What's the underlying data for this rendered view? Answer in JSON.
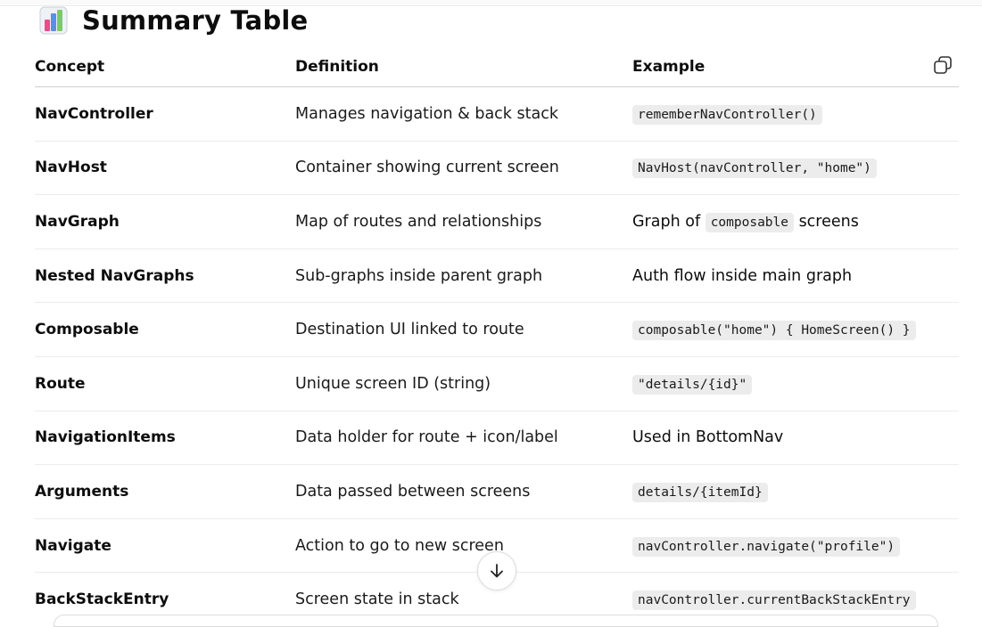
{
  "heading": {
    "icon": "bar-chart-icon",
    "title": "Summary Table"
  },
  "table": {
    "headers": [
      "Concept",
      "Definition",
      "Example"
    ],
    "rows": [
      {
        "concept": "NavController",
        "definition": "Manages navigation & back stack",
        "example": [
          {
            "type": "code",
            "text": "rememberNavController()"
          }
        ]
      },
      {
        "concept": "NavHost",
        "definition": "Container showing current screen",
        "example": [
          {
            "type": "code",
            "text": "NavHost(navController, \"home\")"
          }
        ]
      },
      {
        "concept": "NavGraph",
        "definition": "Map of routes and relationships",
        "example": [
          {
            "type": "text",
            "text": "Graph of "
          },
          {
            "type": "code",
            "text": "composable"
          },
          {
            "type": "text",
            "text": " screens"
          }
        ]
      },
      {
        "concept": "Nested NavGraphs",
        "definition": "Sub-graphs inside parent graph",
        "example": [
          {
            "type": "text",
            "text": "Auth flow inside main graph"
          }
        ]
      },
      {
        "concept": "Composable",
        "definition": "Destination UI linked to route",
        "example": [
          {
            "type": "code",
            "text": "composable(\"home\") { HomeScreen() }"
          }
        ]
      },
      {
        "concept": "Route",
        "definition": "Unique screen ID (string)",
        "example": [
          {
            "type": "code",
            "text": "\"details/{id}\""
          }
        ]
      },
      {
        "concept": "NavigationItems",
        "definition": "Data holder for route + icon/label",
        "example": [
          {
            "type": "text",
            "text": "Used in BottomNav"
          }
        ]
      },
      {
        "concept": "Arguments",
        "definition": "Data passed between screens",
        "example": [
          {
            "type": "code",
            "text": "details/{itemId}"
          }
        ]
      },
      {
        "concept": "Navigate",
        "definition": "Action to go to new screen",
        "example": [
          {
            "type": "code",
            "text": "navController.navigate(\"profile\")"
          }
        ]
      },
      {
        "concept": "BackStackEntry",
        "definition": "Screen state in stack",
        "example": [
          {
            "type": "code",
            "text": "navController.currentBackStackEntry"
          }
        ]
      }
    ]
  },
  "controls": {
    "copy_icon": "copy-icon",
    "scroll_icon": "arrow-down-icon"
  },
  "colors": {
    "text": "#0d0d0d",
    "code_bg": "#ececec",
    "row_border": "#ececec"
  }
}
